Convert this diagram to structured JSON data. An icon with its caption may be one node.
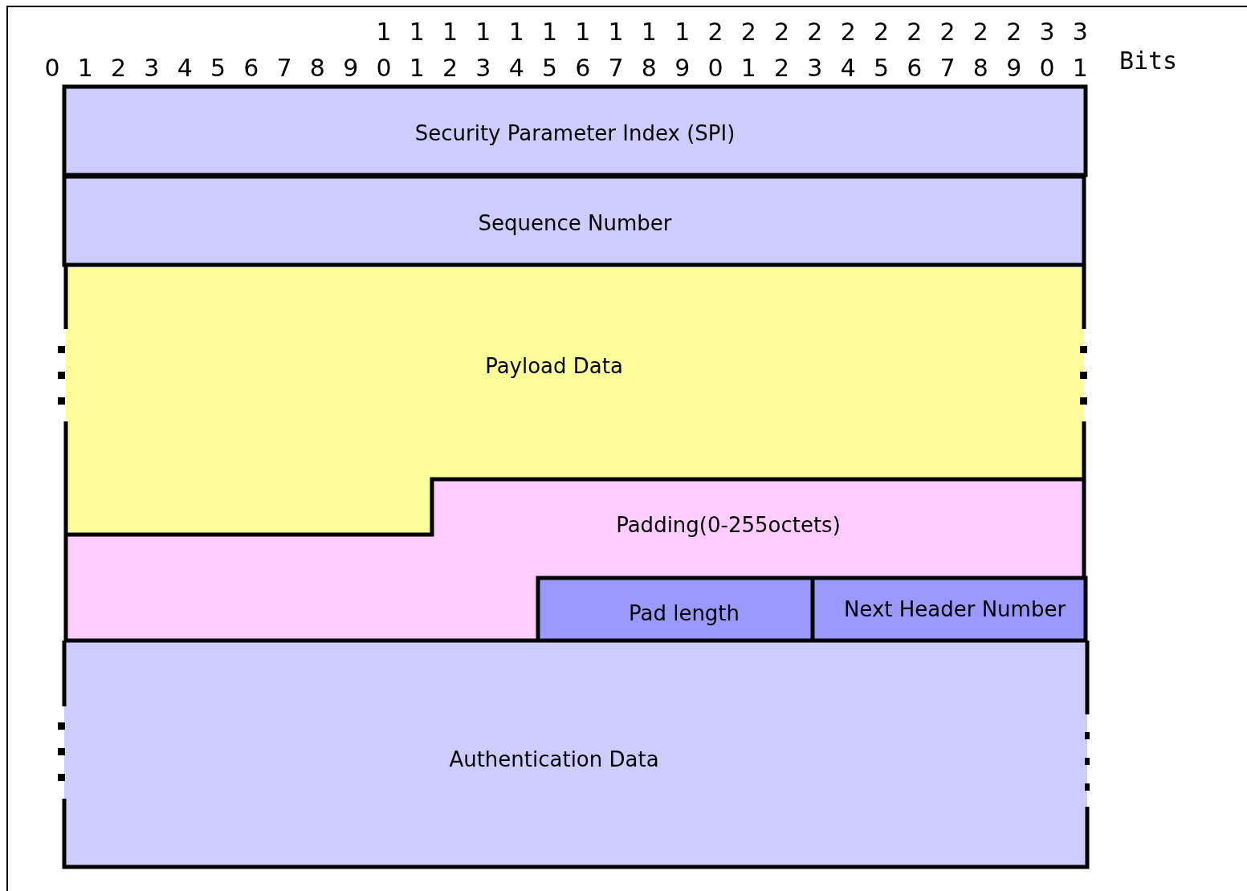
{
  "diagram": {
    "nodes": [
      {
        "text": [
          "Security Parameter Index (SPI)"
        ]
      },
      {
        "text": [
          "Sequence Number"
        ]
      },
      {
        "text": [
          "Payload Data"
        ]
      },
      {
        "text": [
          "Padding(0-255octets)"
        ]
      },
      {
        "text": [
          "Pad length"
        ]
      },
      {
        "text": [
          "Next Header Number"
        ]
      },
      {
        "text": [
          "Authentication Data"
        ]
      }
    ],
    "labels": [
      "1",
      "1",
      "1",
      "1",
      "1",
      "1",
      "1",
      "1",
      "1",
      "1",
      "2",
      "2",
      "2",
      "2",
      "2",
      "2",
      "2",
      "2",
      "2",
      "2",
      "3",
      "3",
      "0",
      "1",
      "2",
      "3",
      "4",
      "5",
      "6",
      "7",
      "8",
      "9",
      "0",
      "1",
      "2",
      "3",
      "4",
      "5",
      "6",
      "7",
      "8",
      "9",
      "0",
      "1",
      "2",
      "3",
      "4",
      "5",
      "6",
      "7",
      "8",
      "9",
      "0",
      "1",
      "Bits"
    ]
  }
}
